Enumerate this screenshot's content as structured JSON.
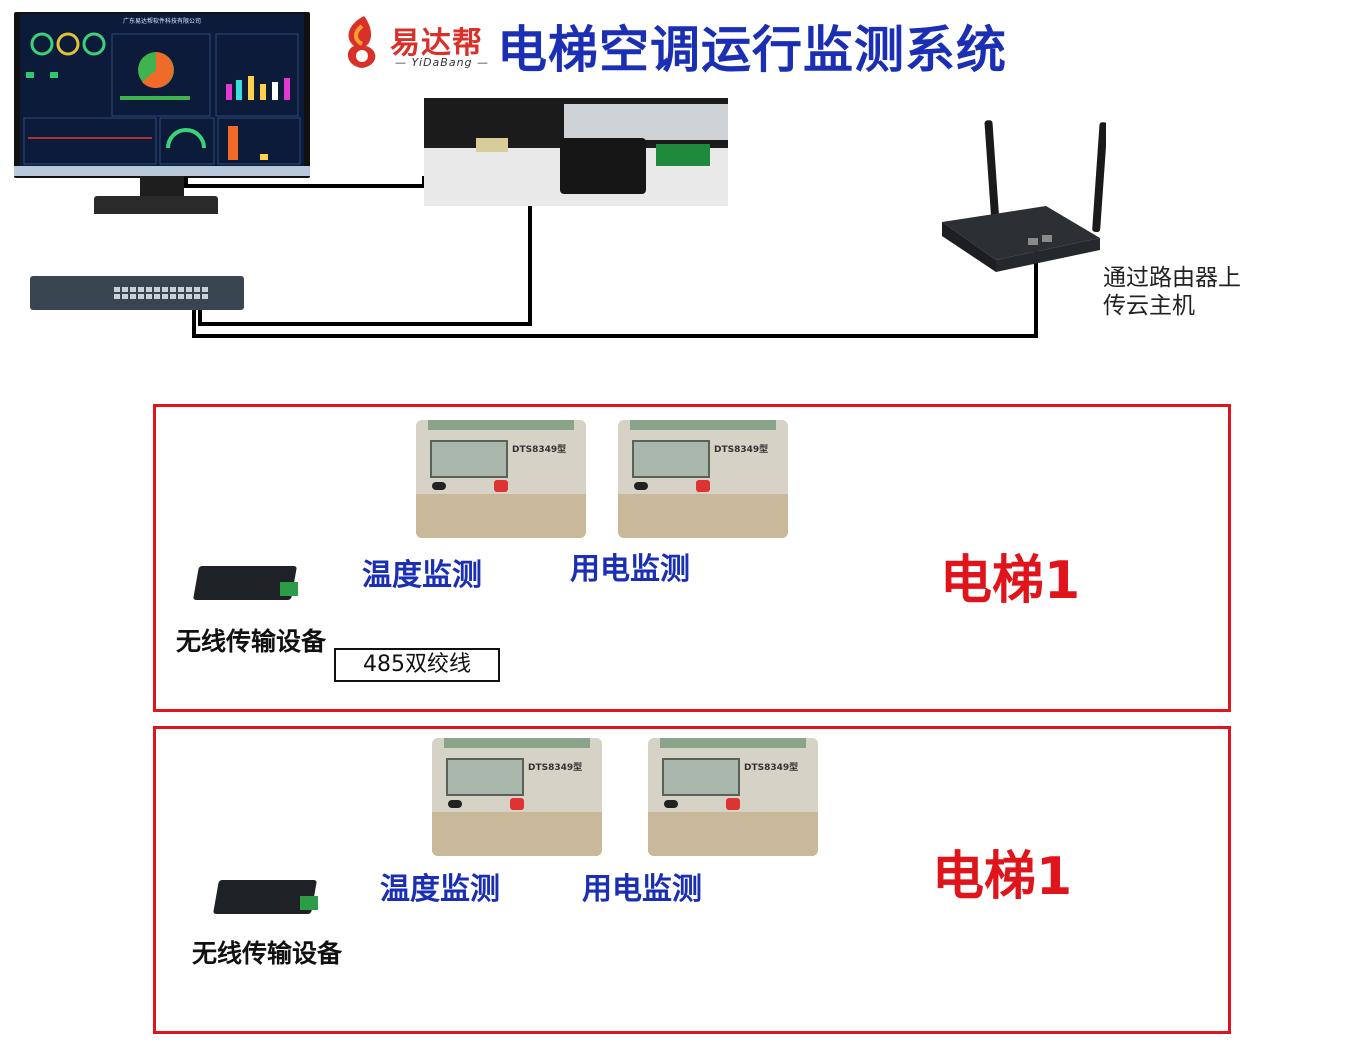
{
  "header": {
    "logo_cn": "易达帮",
    "logo_en": "— YiDaBang —",
    "title": "电梯空调运行监测系统"
  },
  "monitor": {
    "screen_title": "广东易达帮软件科技有限公司"
  },
  "router": {
    "label_line1": "通过路由器上",
    "label_line2": "传云主机"
  },
  "meters": {
    "model": "DTS8349型"
  },
  "elevators": [
    {
      "name": "电梯1",
      "temp_label": "温度监测",
      "power_label": "用电监测",
      "device_label": "无线传输设备",
      "cable_label": "485双绞线"
    },
    {
      "name": "电梯1",
      "temp_label": "温度监测",
      "power_label": "用电监测",
      "device_label": "无线传输设备"
    }
  ],
  "colors": {
    "title": "#1a2fb4",
    "accent": "#e0151c",
    "wire": "#000000"
  }
}
